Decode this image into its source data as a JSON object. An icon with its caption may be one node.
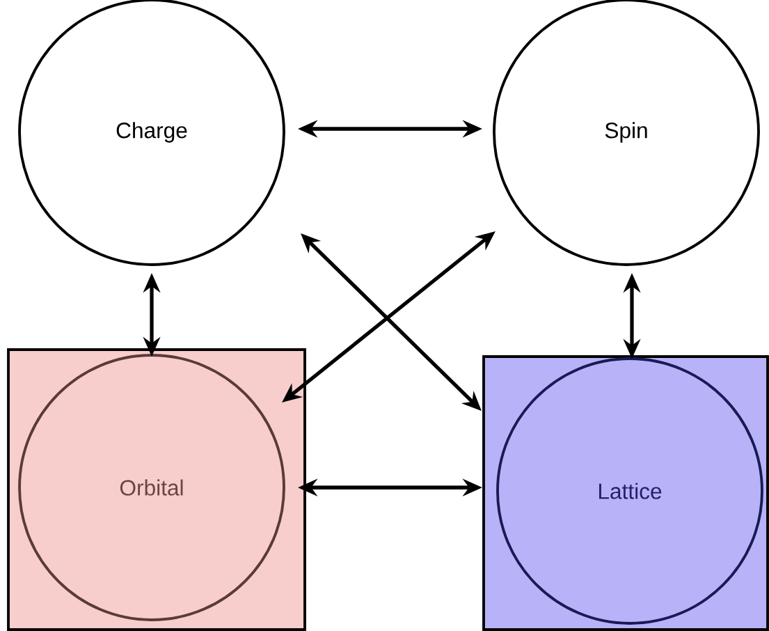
{
  "diagram": {
    "nodes": [
      {
        "text": [
          "Charge"
        ]
      },
      {
        "text": [
          "Spin"
        ]
      },
      {
        "text": [],
        "shape": "box"
      },
      {
        "text": [
          "Orbital"
        ],
        "in": 2
      },
      {
        "text": [],
        "shape": "box"
      },
      {
        "text": [
          "Lattice"
        ],
        "in": 4
      }
    ],
    "edges": [
      {
        "from": 0,
        "to": 1,
        "arrow": "both"
      },
      {
        "from": 0,
        "to": 3,
        "arrow": "both"
      },
      {
        "from": 0,
        "to": 4,
        "arrow": "both"
      },
      {
        "from": 1,
        "to": 2,
        "arrow": "both"
      },
      {
        "from": 1,
        "to": 4,
        "arrow": "both"
      },
      {
        "from": 3,
        "to": 4,
        "arrow": "both"
      }
    ]
  }
}
